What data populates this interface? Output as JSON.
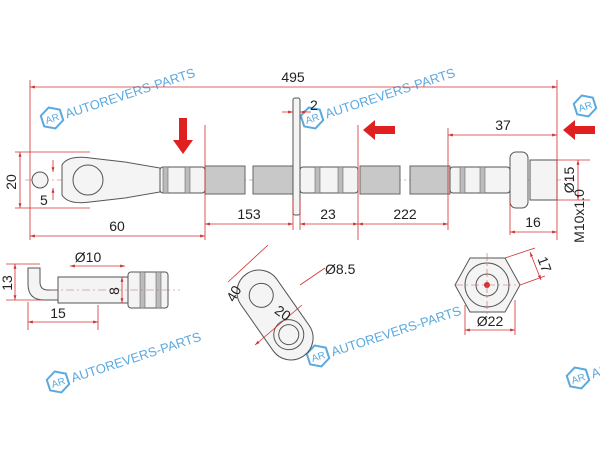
{
  "watermark": {
    "text": "AUTOREVERS-PARTS",
    "logo": "AR"
  },
  "dimensions": {
    "overall_length": "495",
    "flange_thickness": "2",
    "right_end_length": "37",
    "eye_width": "20",
    "eye_pin": "5",
    "left_end_length": "60",
    "hose_segment_1": "153",
    "middle_fitting": "23",
    "hose_segment_2": "222",
    "nut_length": "16",
    "nut_diameter": "Ø15",
    "thread": "M10x1.0",
    "side_height": "13",
    "side_diameter": "Ø10",
    "side_thickness": "8",
    "side_length": "15",
    "bracket_length": "40",
    "bracket_hole": "Ø8.5",
    "bracket_width": "20",
    "hex_size": "17",
    "hex_diameter": "Ø22"
  },
  "colors": {
    "dimension": "#d03030",
    "arrow": "#e02020",
    "watermark": "#5aa9e0"
  }
}
